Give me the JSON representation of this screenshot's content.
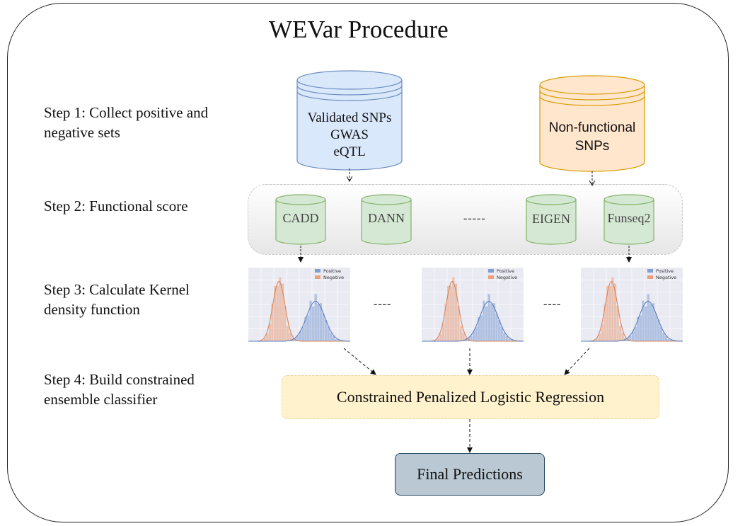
{
  "title": "WEVar Procedure",
  "steps": [
    {
      "line1": "Step 1: Collect positive and",
      "line2": "negative sets"
    },
    {
      "line1": "Step 2: Functional score",
      "line2": ""
    },
    {
      "line1": "Step 3: Calculate Kernel",
      "line2": "density function"
    },
    {
      "line1": "Step 4: Build constrained",
      "line2": "ensemble classifier"
    }
  ],
  "positive_db": {
    "lines": [
      "Validated SNPs",
      "GWAS",
      "eQTL"
    ],
    "fill": "#dae8fc",
    "stroke": "#6c8ebf"
  },
  "negative_db": {
    "lines": [
      "Non-functional",
      "SNPs"
    ],
    "fill": "#ffe6cc",
    "stroke": "#d79b00"
  },
  "scores": {
    "items": [
      "CADD",
      "DANN",
      "EIGEN",
      "Funseq2"
    ],
    "ellipsis": "-----",
    "fill": "#d5e8d4",
    "stroke": "#82b366"
  },
  "kde": {
    "legend_positive": "Positive",
    "legend_negative": "Negative",
    "ellipsis": "----",
    "positive_color": "#7f9fd3",
    "negative_color": "#e8a07f"
  },
  "classifier": {
    "label": "Constrained Penalized Logistic Regression",
    "fill": "#fff2cc"
  },
  "output": {
    "label": "Final Predictions",
    "fill": "#bac8d3"
  }
}
